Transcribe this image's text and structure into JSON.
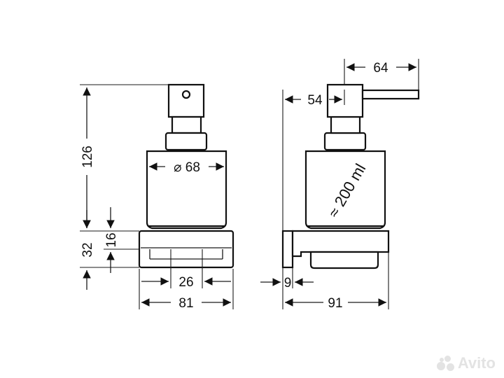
{
  "dimensions": {
    "total_height": "126",
    "bracket_height": "32",
    "bracket_part": "16",
    "diameter": "⌀ 68",
    "inner_width": "26",
    "front_width": "81",
    "side_offset": "54",
    "spout_length": "64",
    "plate_thickness": "9",
    "side_depth": "91"
  },
  "capacity": "≈ 200 ml",
  "watermark": {
    "brand": "Avito"
  }
}
